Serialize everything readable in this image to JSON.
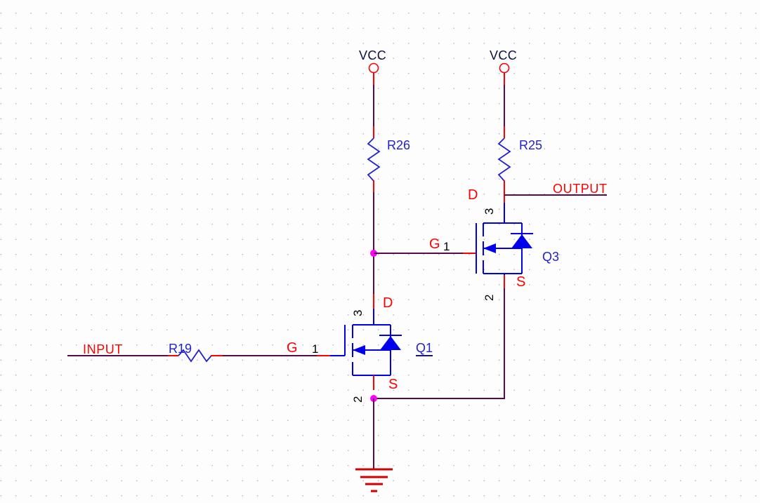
{
  "document": {
    "kind": "electronic-schematic",
    "background_color": "#fdfdfe",
    "grid_color": "#b9b9c4",
    "wire_color": "#5a0a4a",
    "pin_color": "#fe0000",
    "symbol_color": "#0000ee",
    "junction_color": "#ff00ff",
    "ref_color": "#2222cc",
    "net_label_color": "#fe0000",
    "power_label_color": "#101040"
  },
  "nets": {
    "vcc_left": "VCC",
    "vcc_right": "VCC",
    "input": "INPUT",
    "output": "OUTPUT"
  },
  "components": {
    "r26": {
      "ref": "R26",
      "type": "resistor",
      "orientation": "vertical"
    },
    "r25": {
      "ref": "R25",
      "type": "resistor",
      "orientation": "vertical"
    },
    "r19": {
      "ref": "R19",
      "type": "resistor",
      "orientation": "horizontal"
    },
    "q1": {
      "ref": "Q1",
      "type": "n-channel-mosfet",
      "selected": true,
      "pins": {
        "gate": {
          "name": "G",
          "number": "1"
        },
        "source": {
          "name": "S",
          "number": "2"
        },
        "drain": {
          "name": "D",
          "number": "3"
        }
      }
    },
    "q3": {
      "ref": "Q3",
      "type": "n-channel-mosfet",
      "selected": false,
      "pins": {
        "gate": {
          "name": "G",
          "number": "1"
        },
        "source": {
          "name": "S",
          "number": "2"
        },
        "drain": {
          "name": "D",
          "number": "3"
        }
      }
    }
  },
  "symbols": {
    "ground": "ground-symbol",
    "power_port": "power-port-circle",
    "junction": "wire-junction-dot"
  }
}
